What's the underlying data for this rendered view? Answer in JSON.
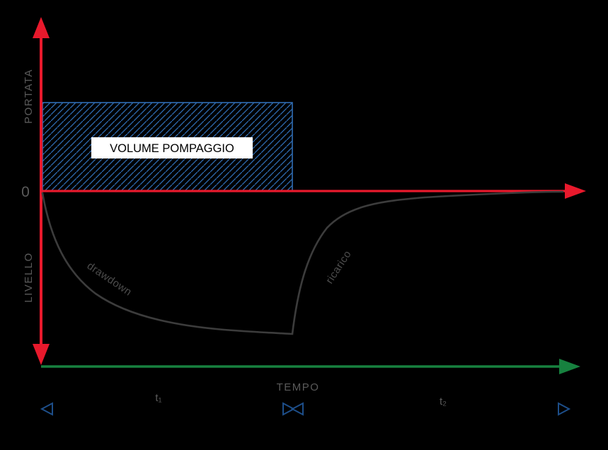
{
  "diagram": {
    "y_axis_top_label": "PORTATA",
    "y_axis_bottom_label": "LIVELLO",
    "origin_label": "0",
    "x_axis_label": "TEMPO",
    "volume_label": "VOLUME POMPAGGIO",
    "drawdown_label": "drawdown",
    "recovery_label": "ricarico",
    "t1_label": "t₁",
    "t2_label": "t₂"
  },
  "colors": {
    "background": "#000000",
    "axis_red": "#e8192c",
    "hatch_blue": "#2f6db4",
    "time_axis_green": "#17813f",
    "label_gray": "#5a5a5a",
    "curve_label_gray": "#4d4d4d",
    "curve_dark": "#3c3c3c",
    "label_box_bg": "#ffffff",
    "label_box_text": "#000000",
    "marker_blue": "#1d4e89"
  }
}
